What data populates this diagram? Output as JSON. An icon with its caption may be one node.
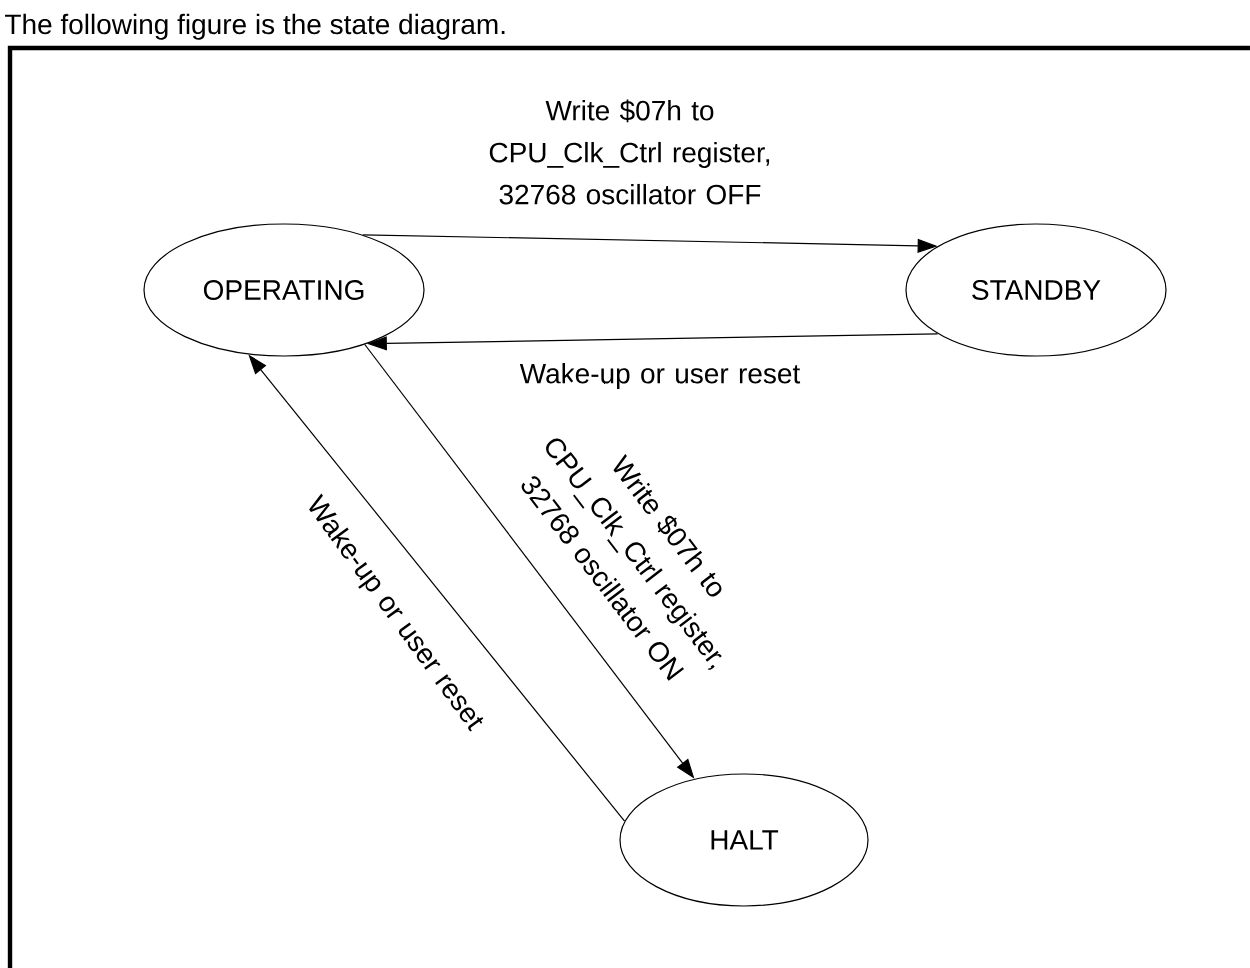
{
  "diagram": {
    "title": "The following figure is the state diagram.",
    "nodes": [
      {
        "text": [
          "OPERATING"
        ]
      },
      {
        "text": [
          "STANDBY"
        ]
      },
      {
        "text": [
          "HALT"
        ]
      }
    ],
    "edges": [
      {
        "from": 0,
        "to": 1,
        "arrow": "to",
        "label": "Write $07h to CPU_Clk_Ctrl register, 32768 oscillator OFF"
      },
      {
        "from": 1,
        "to": 0,
        "arrow": "to",
        "label": "Wake-up or user reset"
      },
      {
        "from": 0,
        "to": 2,
        "arrow": "to",
        "label": "Write $07h to CPU_Clk_Ctrl register, 32768 oscillator ON"
      },
      {
        "from": 2,
        "to": 0,
        "arrow": "to",
        "label": "Wake-up or user reset"
      }
    ]
  }
}
